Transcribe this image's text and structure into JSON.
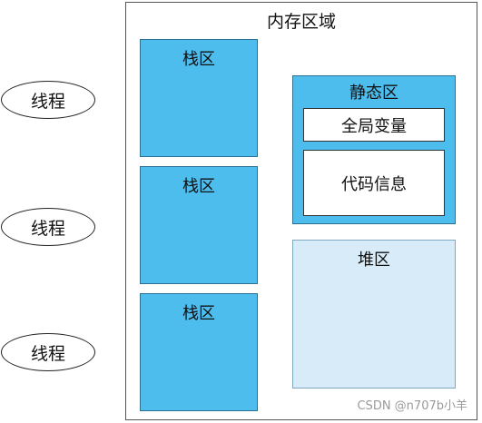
{
  "threads": [
    {
      "label": "线程"
    },
    {
      "label": "线程"
    },
    {
      "label": "线程"
    }
  ],
  "memory": {
    "title": "内存区域",
    "stacks": [
      {
        "label": "栈区"
      },
      {
        "label": "栈区"
      },
      {
        "label": "栈区"
      }
    ],
    "static_area": {
      "label": "静态区",
      "global_vars": "全局变量",
      "code_info": "代码信息"
    },
    "heap": {
      "label": "堆区"
    }
  },
  "watermark": "CSDN @n707b小羊",
  "colors": {
    "stack_fill": "#4dbdee",
    "heap_fill": "#d7ecf8",
    "border": "#2b6f92"
  }
}
